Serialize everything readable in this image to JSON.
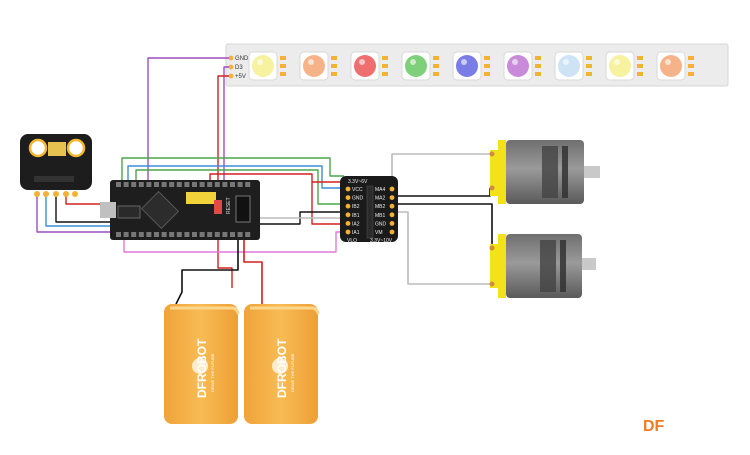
{
  "led_strip": {
    "pins": [
      "GND",
      "D3",
      "+5V"
    ],
    "led_colors": [
      "#f6f2a0",
      "#f6b38a",
      "#ef6f6f",
      "#7fd07a",
      "#7b7de6",
      "#c98bd9",
      "#cfe3f6",
      "#f6f2a0",
      "#f6b38a"
    ]
  },
  "motor_driver": {
    "header_label": "3.3V~6V",
    "left_pins": [
      "VCC",
      "GND",
      "IB2",
      "IB1",
      "IA2",
      "IA1"
    ],
    "right_pins": [
      "MA4",
      "MA2",
      "MB2",
      "MB1",
      "GND",
      "VM"
    ],
    "bottom_left": "VLO",
    "bottom_right": "3.3V~10V"
  },
  "controller": {
    "reset_label": "RESET"
  },
  "battery": {
    "brand": "DFROBOT",
    "tagline": "DRIVE THE FUTURE",
    "color": "#f6b14b"
  },
  "logo": {
    "text": "DF",
    "color": "#f07b22"
  },
  "colors": {
    "wire_purple": "#9b4fc0",
    "wire_red": "#d42020",
    "wire_black": "#111111",
    "wire_green": "#4aa64a",
    "wire_blue": "#3c8fd8",
    "wire_pink": "#e07ad8",
    "wire_white": "#bbbbbb",
    "motor_yellow": "#f3e21a"
  }
}
